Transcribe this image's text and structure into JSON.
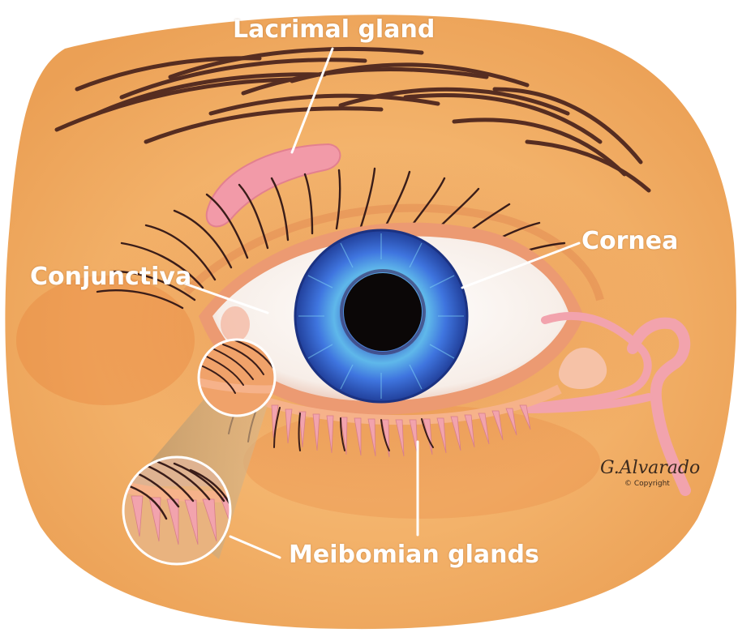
{
  "labels": {
    "lacrimal_gland": "Lacrimal gland",
    "cornea": "Cornea",
    "conjunctiva": "Conjunctiva",
    "meibomian_glands": "Meibomian glands"
  },
  "signature": {
    "name": "G.Alvarado",
    "copyright": "© Copyright"
  },
  "colors": {
    "skin": "#f3b26a",
    "skin_dark": "#e88b3c",
    "gland_pink": "#f2a3ad",
    "iris_blue": "#2f64d8",
    "pupil": "#0b0707",
    "lash": "#3b1e1a",
    "label_text": "#ffffff"
  },
  "icons": [
    "eye-illustration",
    "magnifier-circle-icon",
    "zoom-circle-icon"
  ]
}
